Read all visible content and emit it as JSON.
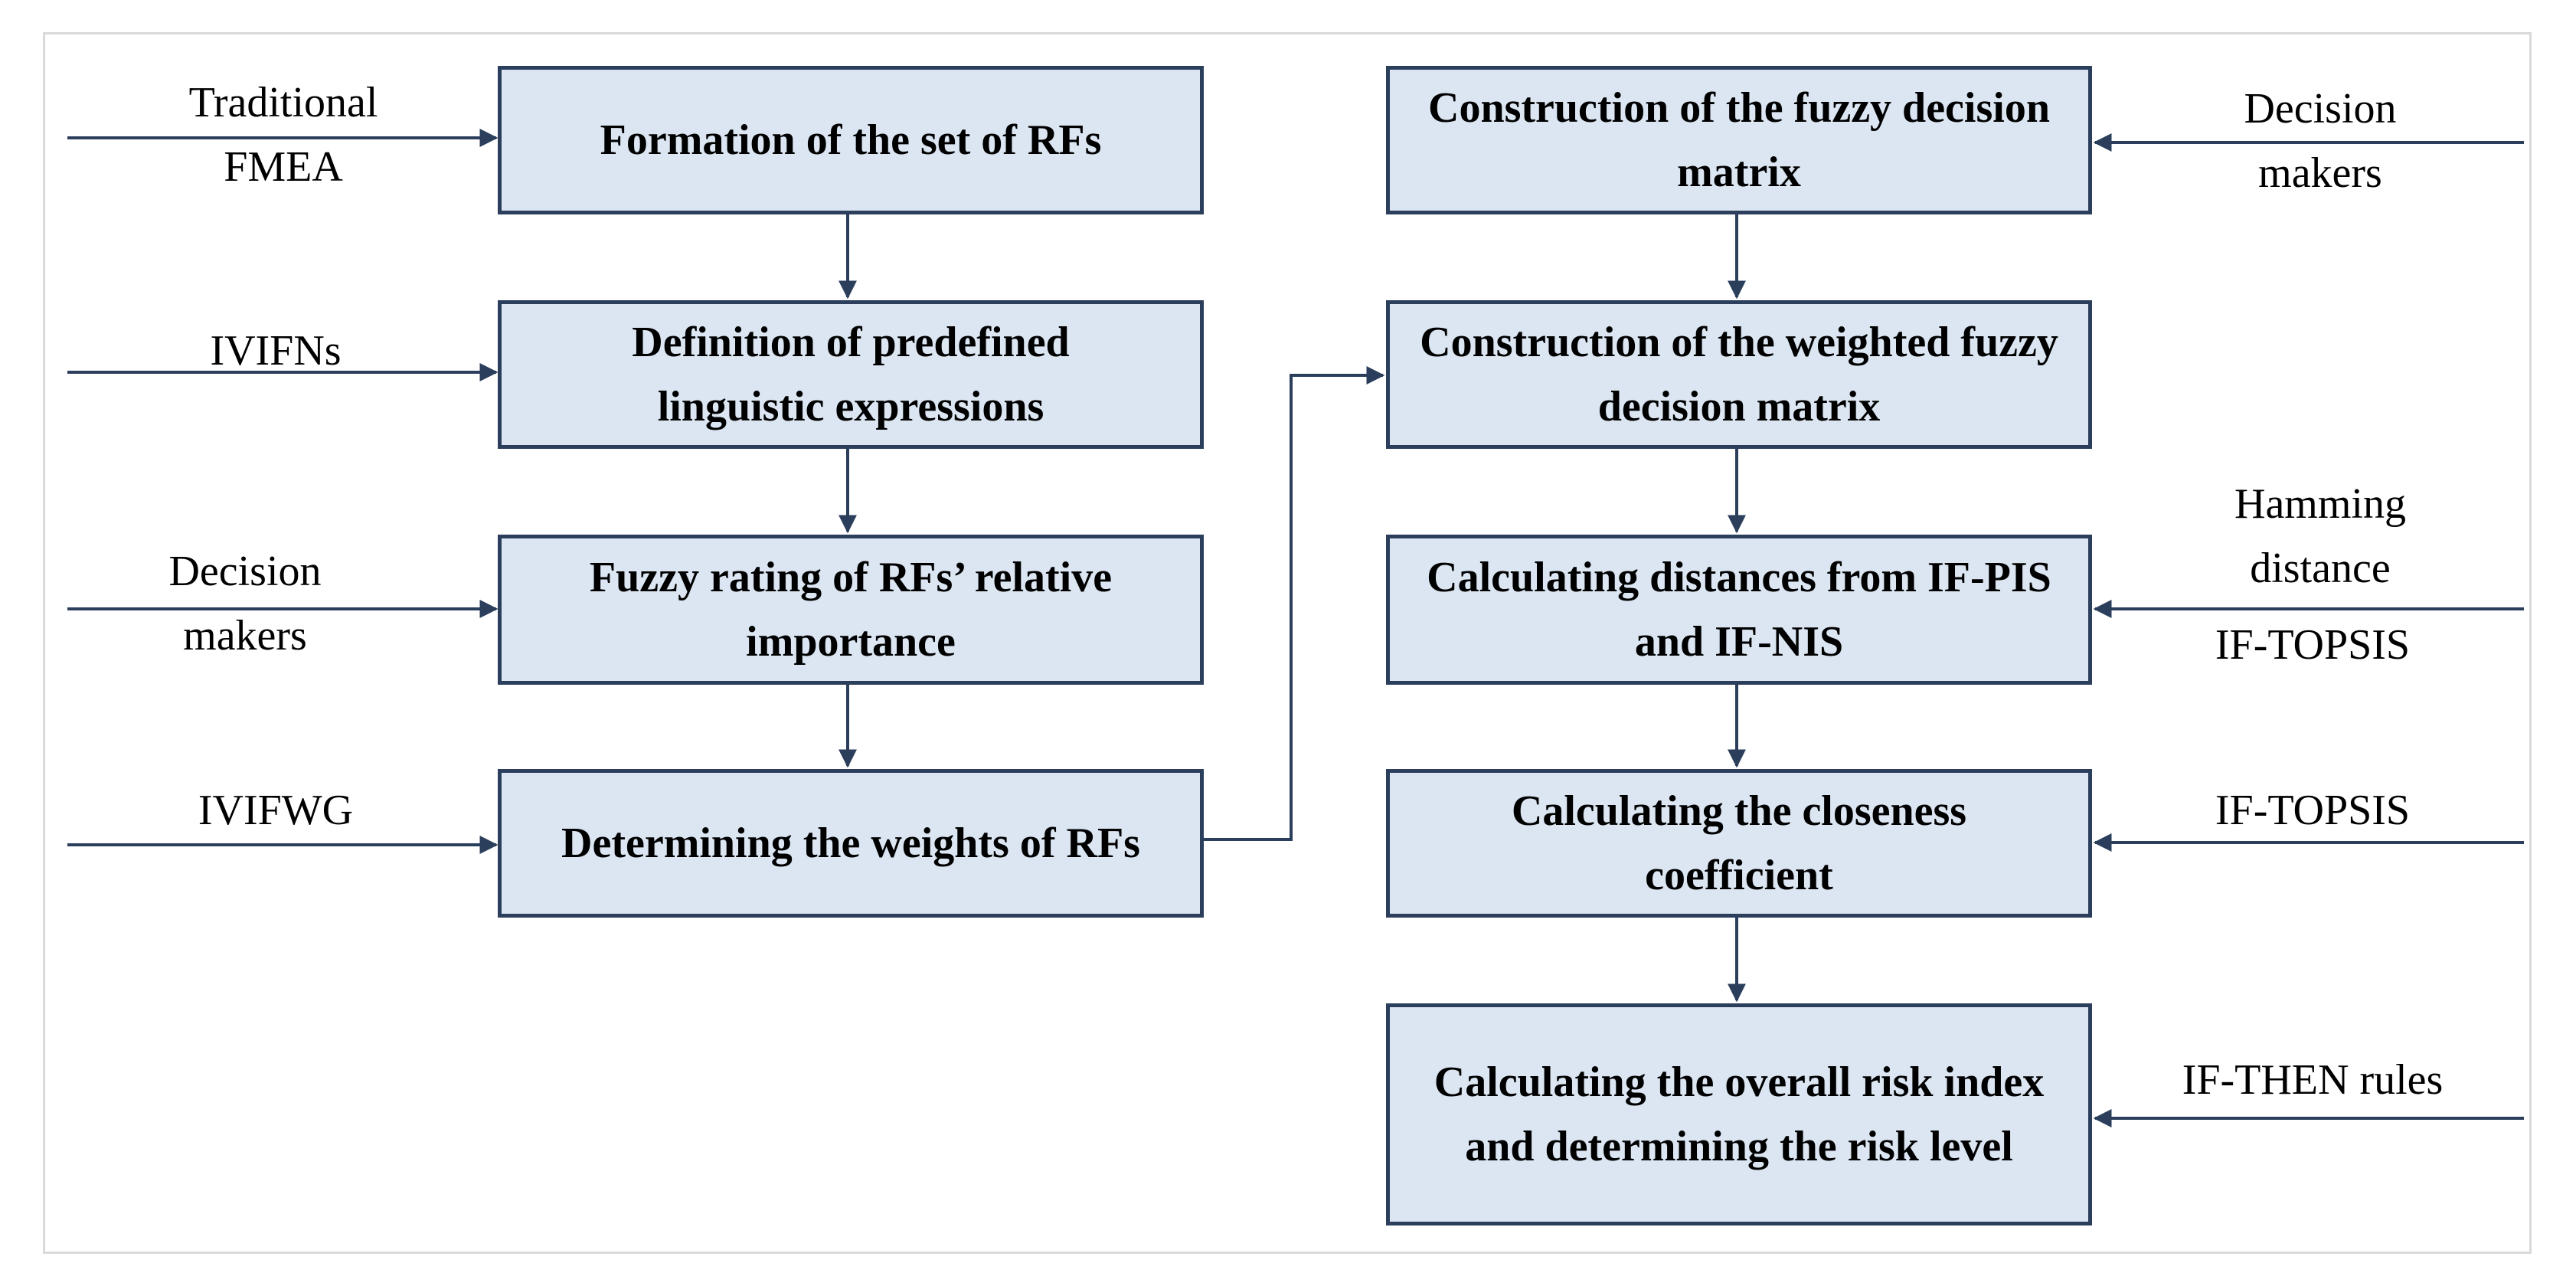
{
  "colors": {
    "box_fill": "#dbe6f2",
    "box_border": "#2b3f5c",
    "arrow": "#2b3f5c",
    "frame": "#d9d9d9"
  },
  "left_column": {
    "steps": [
      {
        "id": "L1",
        "text": "Formation of the set of RFs"
      },
      {
        "id": "L2",
        "text": "Definition of predefined linguistic expressions"
      },
      {
        "id": "L3",
        "text": "Fuzzy rating of RFs’ relative importance"
      },
      {
        "id": "L4",
        "text": "Determining the weights of RFs"
      }
    ],
    "inputs": [
      {
        "for": "L1",
        "text": "Traditional FMEA"
      },
      {
        "for": "L2",
        "text": "IVIFNs"
      },
      {
        "for": "L3",
        "text": "Decision makers"
      },
      {
        "for": "L4",
        "text": "IVIFWG"
      }
    ]
  },
  "right_column": {
    "steps": [
      {
        "id": "R1",
        "text": "Construction of the fuzzy decision matrix"
      },
      {
        "id": "R2",
        "text": "Construction of the weighted fuzzy decision matrix"
      },
      {
        "id": "R3",
        "text": "Calculating distances from IF-PIS and IF-NIS"
      },
      {
        "id": "R4",
        "text": "Calculating the closeness coefficient"
      },
      {
        "id": "R5",
        "text": "Calculating the overall risk index and determining the risk level"
      }
    ],
    "inputs": [
      {
        "for": "R1",
        "text": "Decision makers"
      },
      {
        "for": "R3",
        "text": "Hamming distance",
        "text2": "IF-TOPSIS"
      },
      {
        "for": "R4",
        "text": "IF-TOPSIS"
      },
      {
        "for": "R5",
        "text": "IF-THEN rules"
      }
    ]
  }
}
